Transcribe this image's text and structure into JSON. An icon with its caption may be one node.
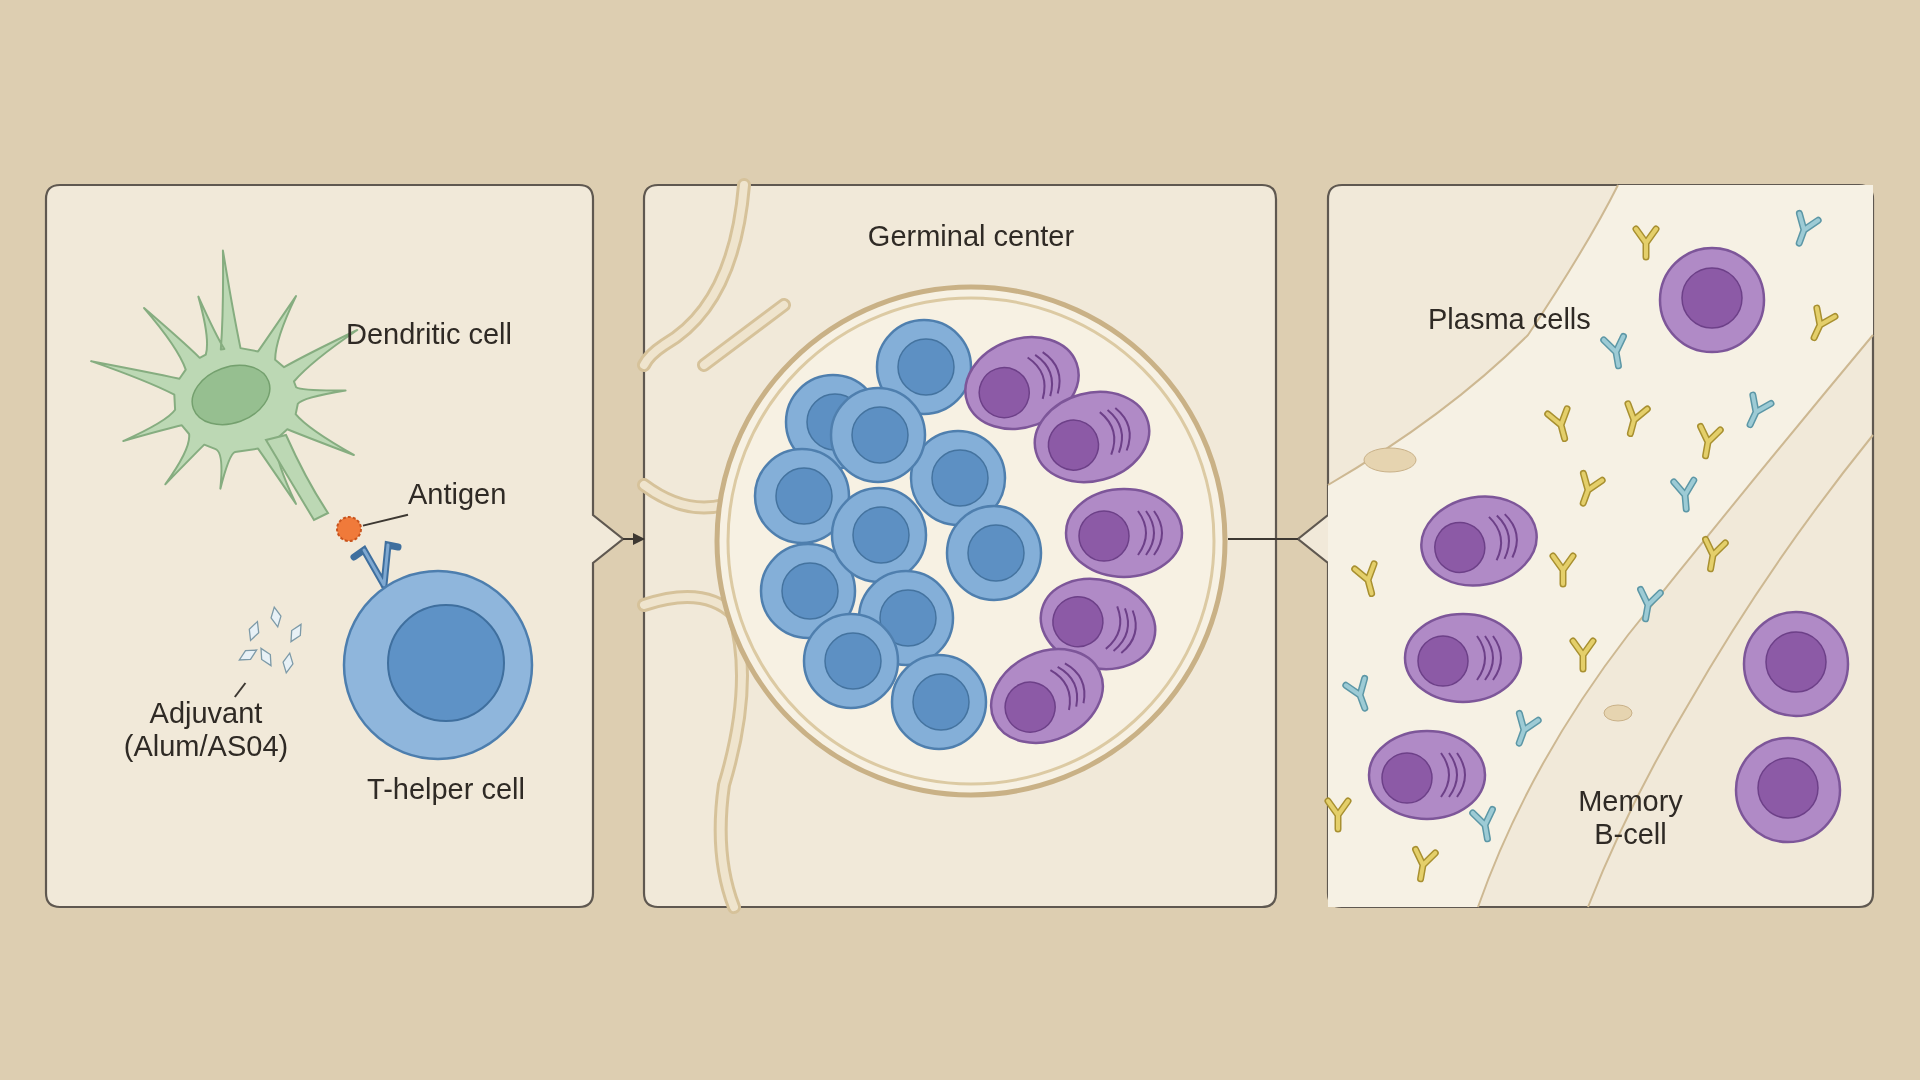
{
  "diagram": {
    "nodes": [
      {
        "text": [],
        "shape": "box"
      },
      {
        "text": [
          "Dendritic cell"
        ],
        "in": 0
      },
      {
        "text": [
          "Antigen"
        ],
        "in": 0
      },
      {
        "text": [],
        "shape": "circle",
        "in": 0
      },
      {
        "text": [
          "Adjuvant (Alum/AS04)"
        ],
        "in": 0
      },
      {
        "text": [],
        "shape": "picture",
        "in": 0
      },
      {
        "text": [
          "T-helper cell"
        ],
        "in": 0
      },
      {
        "text": [],
        "shape": "box"
      },
      {
        "text": [
          "Germinal center"
        ],
        "in": 7
      },
      {
        "text": [],
        "shape": "box"
      },
      {
        "text": [
          "Plasma cells"
        ],
        "in": 9
      },
      {
        "text": [
          "Memory B-cell"
        ],
        "in": 9
      }
    ],
    "edges": [
      {
        "from": 0,
        "to": 7,
        "arrow": "to"
      },
      {
        "from": 8,
        "to": 9,
        "arrow": "none"
      },
      {
        "from": 2,
        "to": 3,
        "arrow": "none"
      },
      {
        "from": 4,
        "to": 5,
        "arrow": "none"
      }
    ]
  }
}
